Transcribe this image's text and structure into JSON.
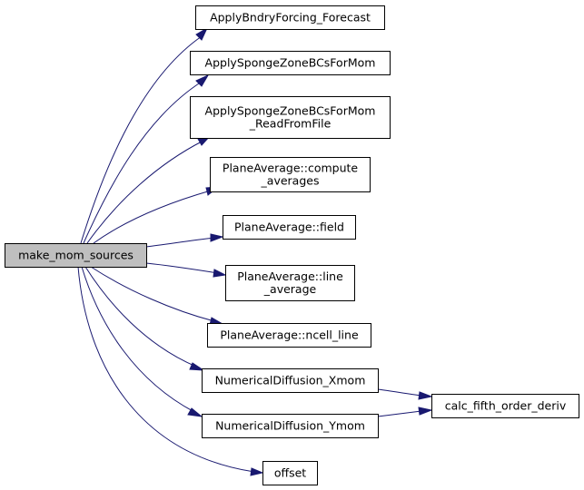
{
  "graph": {
    "root": {
      "id": "make_mom_sources",
      "lines": [
        "make_mom_sources"
      ]
    },
    "nodes": [
      {
        "id": "ApplyBndryForcing_Forecast",
        "lines": [
          "ApplyBndryForcing_Forecast"
        ]
      },
      {
        "id": "ApplySpongeZoneBCsForMom",
        "lines": [
          "ApplySpongeZoneBCsForMom"
        ]
      },
      {
        "id": "ApplySpongeZoneBCsForMom_ReadFromFile",
        "lines": [
          "ApplySpongeZoneBCsForMom",
          "_ReadFromFile"
        ]
      },
      {
        "id": "PlaneAverage::compute_averages",
        "lines": [
          "PlaneAverage::compute",
          "_averages"
        ]
      },
      {
        "id": "PlaneAverage::field",
        "lines": [
          "PlaneAverage::field"
        ]
      },
      {
        "id": "PlaneAverage::line_average",
        "lines": [
          "PlaneAverage::line",
          "_average"
        ]
      },
      {
        "id": "PlaneAverage::ncell_line",
        "lines": [
          "PlaneAverage::ncell_line"
        ]
      },
      {
        "id": "NumericalDiffusion_Xmom",
        "lines": [
          "NumericalDiffusion_Xmom"
        ]
      },
      {
        "id": "NumericalDiffusion_Ymom",
        "lines": [
          "NumericalDiffusion_Ymom"
        ]
      },
      {
        "id": "offset",
        "lines": [
          "offset"
        ]
      },
      {
        "id": "calc_fifth_order_deriv",
        "lines": [
          "calc_fifth_order_deriv"
        ]
      }
    ],
    "edges": [
      {
        "from": "make_mom_sources",
        "to": "ApplyBndryForcing_Forecast"
      },
      {
        "from": "make_mom_sources",
        "to": "ApplySpongeZoneBCsForMom"
      },
      {
        "from": "make_mom_sources",
        "to": "ApplySpongeZoneBCsForMom_ReadFromFile"
      },
      {
        "from": "make_mom_sources",
        "to": "PlaneAverage::compute_averages"
      },
      {
        "from": "make_mom_sources",
        "to": "PlaneAverage::field"
      },
      {
        "from": "make_mom_sources",
        "to": "PlaneAverage::line_average"
      },
      {
        "from": "make_mom_sources",
        "to": "PlaneAverage::ncell_line"
      },
      {
        "from": "make_mom_sources",
        "to": "NumericalDiffusion_Xmom"
      },
      {
        "from": "make_mom_sources",
        "to": "NumericalDiffusion_Ymom"
      },
      {
        "from": "make_mom_sources",
        "to": "offset"
      },
      {
        "from": "NumericalDiffusion_Xmom",
        "to": "calc_fifth_order_deriv"
      },
      {
        "from": "NumericalDiffusion_Ymom",
        "to": "calc_fifth_order_deriv"
      }
    ],
    "colors": {
      "edge": "#191970",
      "root_fill": "#bfbfbf",
      "node_fill": "#ffffff",
      "border": "#000000"
    }
  }
}
